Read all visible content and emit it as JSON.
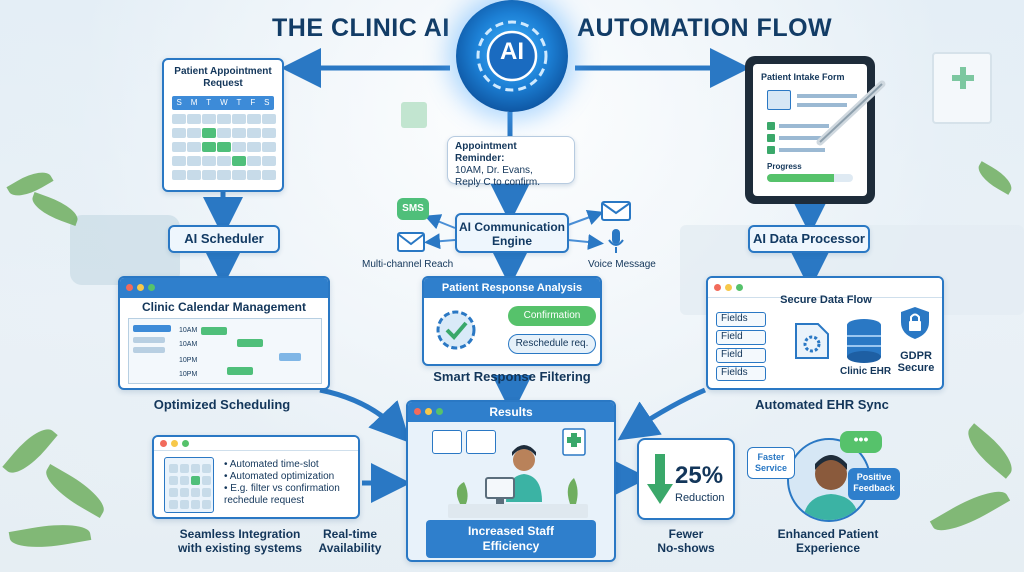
{
  "title": {
    "left": "THE CLINIC AI",
    "right": "AUTOMATION FLOW"
  },
  "ai_badge": "AI",
  "appointment_request": {
    "title": "Patient Appointment Request",
    "weekdays": [
      "S",
      "M",
      "T",
      "W",
      "T",
      "F",
      "S"
    ]
  },
  "ai_scheduler": "AI Scheduler",
  "calendar_management": {
    "title": "Clinic Calendar Management",
    "times": [
      "10AM",
      "10AM",
      "10PM",
      "10PM"
    ]
  },
  "optimized_scheduling": "Optimized Scheduling",
  "reminder": {
    "title": "Appointment Reminder:",
    "body_line1": "10AM, Dr. Evans,",
    "body_line2": "Reply C to confirm."
  },
  "communication_engine": {
    "line1": "AI Communication",
    "line2": "Engine"
  },
  "channels": {
    "sms": "SMS",
    "multi_channel": "Multi-channel Reach",
    "voice": "Voice Message"
  },
  "response_analysis": {
    "title": "Patient Response Analysis",
    "confirmation": "Confirmation",
    "reschedule": "Reschedule req."
  },
  "smart_filtering": "Smart Response Filtering",
  "intake_form": {
    "title": "Patient Intake Form",
    "progress": "Progress"
  },
  "data_processor": "AI Data Processor",
  "secure_data_flow": {
    "title": "Secure Data Flow",
    "fields": [
      "Fields",
      "Field",
      "Field",
      "Fields"
    ],
    "clinic_ehr": "Clinic EHR",
    "gdpr_line1": "GDPR",
    "gdpr_line2": "Secure"
  },
  "automated_ehr_sync": "Automated EHR Sync",
  "integration": {
    "bullets": [
      "Automated time-slot",
      "Automated optimization",
      "E.g. filter vs confirmation rechedule request"
    ],
    "caption_left_line1": "Seamless Integration",
    "caption_left_line2": "with existing systems",
    "caption_right_line1": "Real-time",
    "caption_right_line2": "Availability"
  },
  "results": {
    "title": "Results",
    "caption_line1": "Increased Staff",
    "caption_line2": "Efficiency"
  },
  "no_shows": {
    "percent": "25%",
    "label": "Reduction",
    "caption_line1": "Fewer",
    "caption_line2": "No-shows"
  },
  "patient_experience": {
    "bubble_left_line1": "Faster",
    "bubble_left_line2": "Service",
    "bubble_right_line1": "Positive",
    "bubble_right_line2": "Feedback",
    "caption_line1": "Enhanced Patient",
    "caption_line2": "Experience"
  },
  "colors": {
    "primary_blue": "#2a78c4",
    "accent_green": "#3aa86a",
    "dark_navy": "#123a63",
    "glow_blue": "#3fb4ff"
  }
}
